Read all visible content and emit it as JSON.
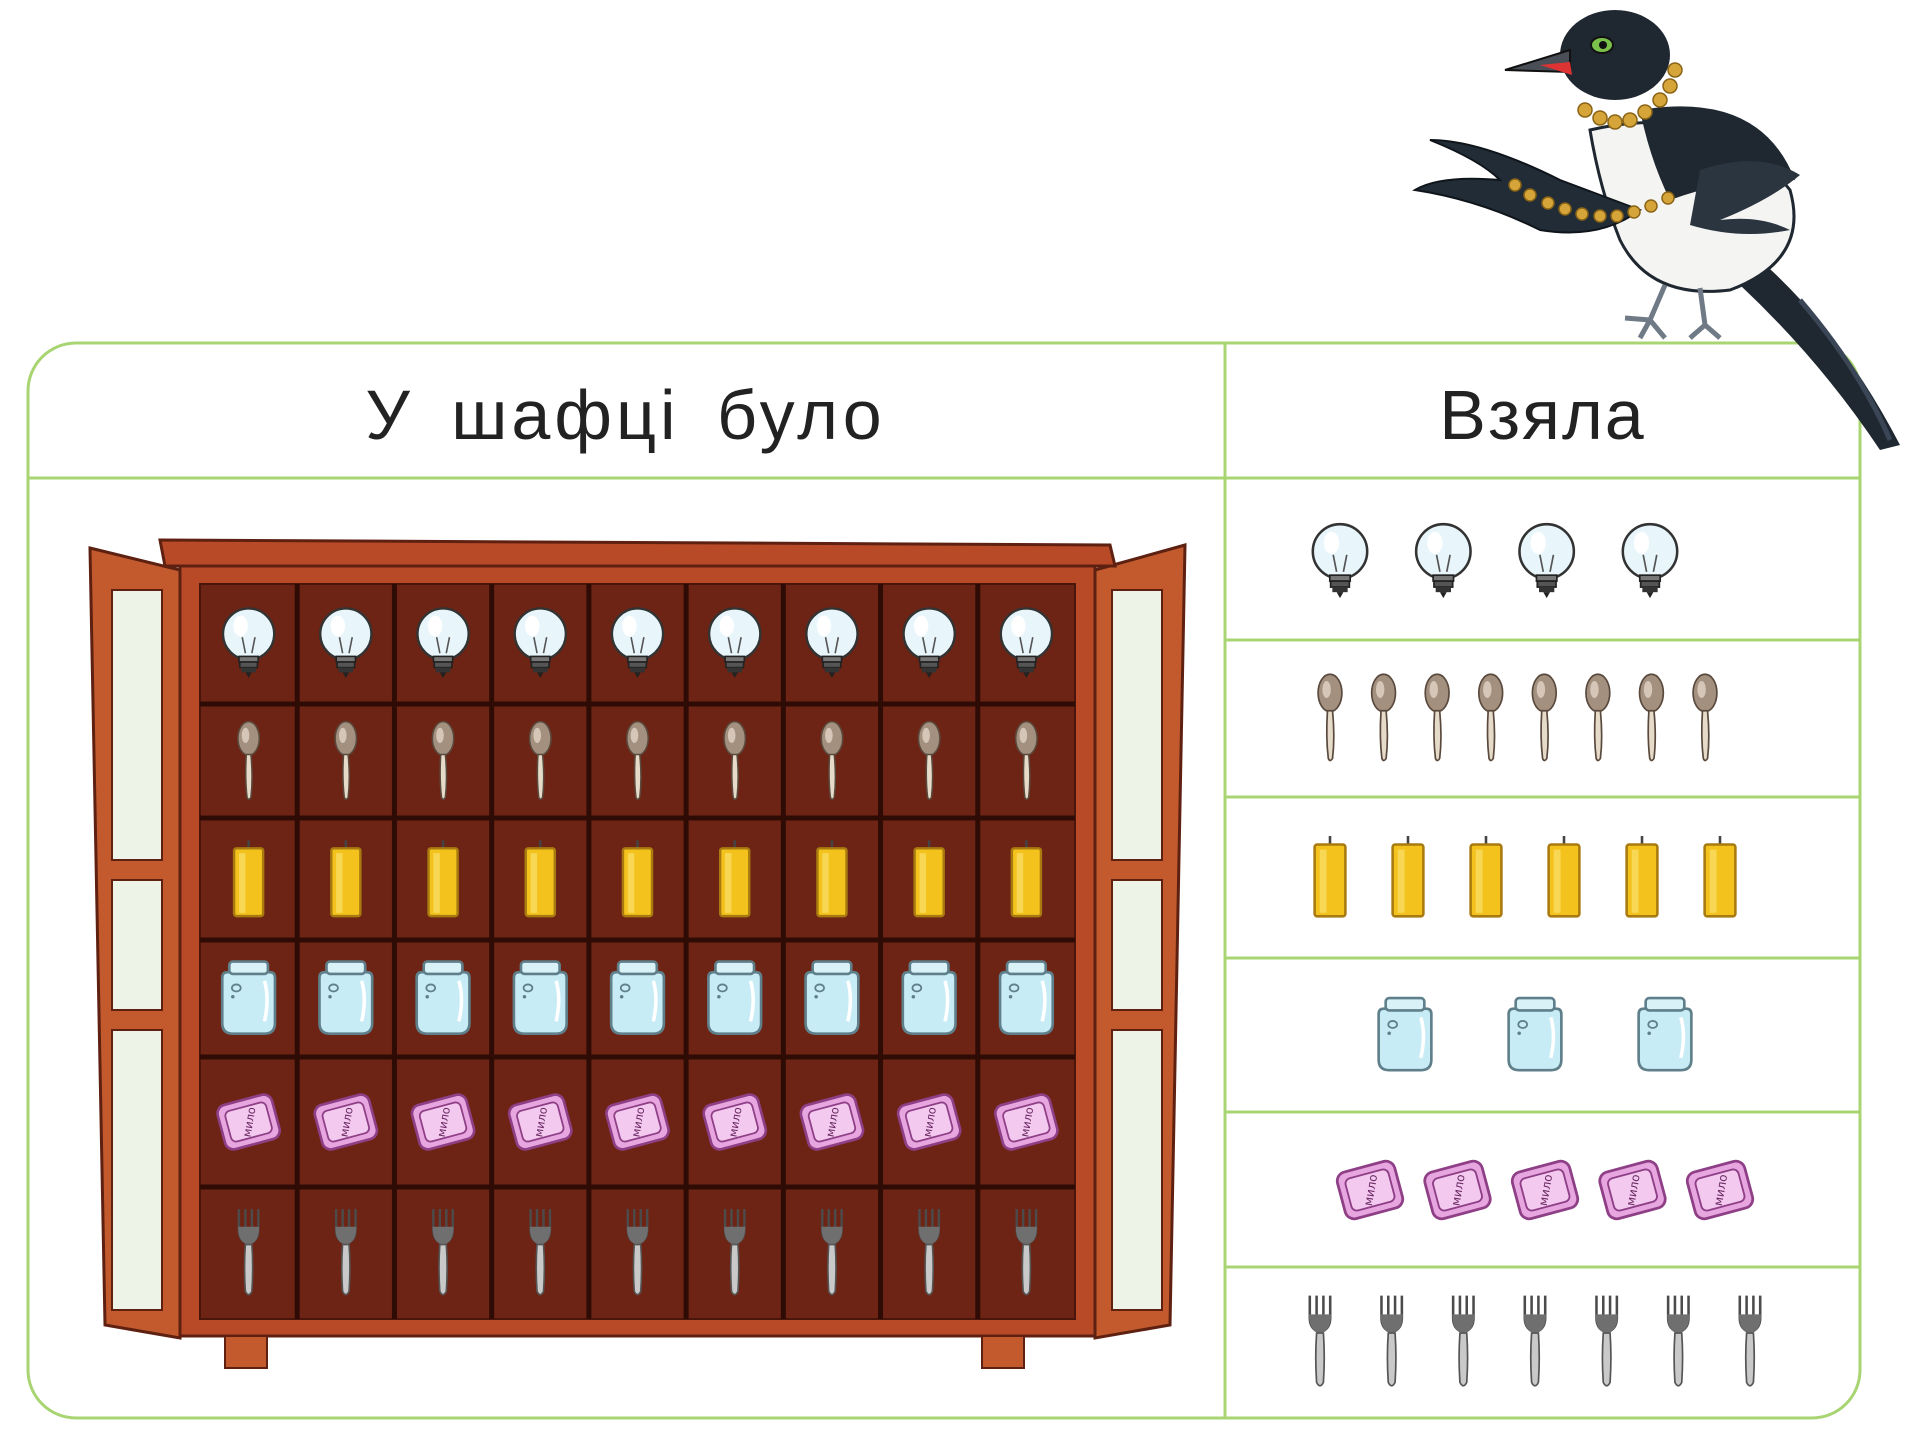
{
  "table": {
    "header_left": "У шафці було",
    "header_right": "Взяла"
  },
  "item_icons": [
    "light-bulb-icon",
    "spoon-icon",
    "candle-icon",
    "jar-icon",
    "soap-icon",
    "fork-icon"
  ],
  "cabinet": {
    "columns": 9,
    "counts": {
      "bulbs": 9,
      "spoons": 9,
      "candles": 9,
      "jars": 9,
      "soaps": 9,
      "forks": 9
    }
  },
  "taken": {
    "counts": {
      "bulbs": 4,
      "spoons": 8,
      "candles": 6,
      "jars": 3,
      "soaps": 5,
      "forks": 7
    }
  },
  "soap_label": "мило",
  "colors": {
    "frame_border": "#a8d472",
    "cabinet_wood": "#b84a27",
    "cabinet_inner": "#6e2414",
    "candle": "#f3c21d",
    "jar": "#c8ecf5",
    "soap": "#e7a6df",
    "magpie_black": "#1f2730"
  }
}
